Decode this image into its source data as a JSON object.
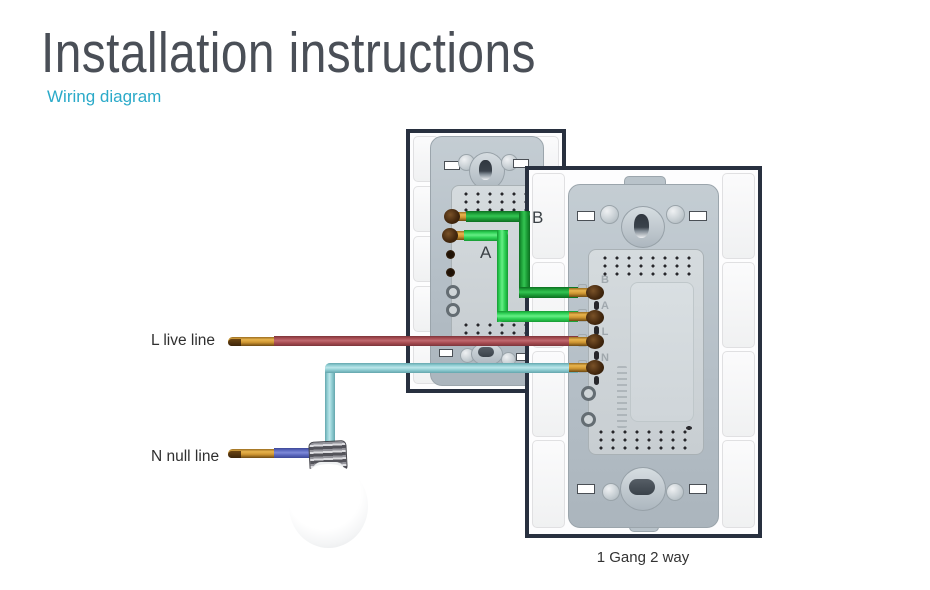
{
  "header": {
    "title": "Installation instructions",
    "subtitle": "Wiring diagram"
  },
  "labels": {
    "live": "L live line",
    "null": "N null line",
    "wire_a": "A",
    "wire_b": "B",
    "caption": "1 Gang 2 way"
  },
  "terminal_letters": [
    "B",
    "A",
    "L",
    "N"
  ],
  "colors": {
    "accent": "#2BAAC9",
    "titleColor": "#4A4F57",
    "labelColor": "#2F2F2F",
    "borderNavy": "#28303F",
    "greenDark": "#1D9E38",
    "greenDarkHi": "#34C452",
    "greenDarkLo": "#0C6E20",
    "greenLight": "#2ED155",
    "greenLightHi": "#66EE85",
    "greenLightLo": "#169A33",
    "red": "#A64B51",
    "redHi": "#C06A70",
    "redLo": "#7C343A",
    "teal": "#8FCDD2",
    "tealHi": "#BCE6EA",
    "tealLo": "#64A6AD",
    "blue": "#5A67BE",
    "blueHi": "#7E8AD8",
    "blueLo": "#3D4896"
  }
}
